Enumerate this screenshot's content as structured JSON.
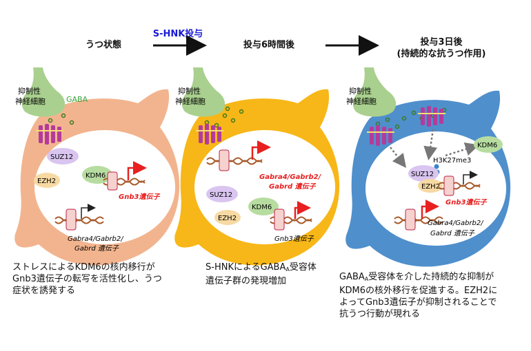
{
  "stages": [
    {
      "header": "うつ状態",
      "inhibitory_neuron": [
        "抑制性",
        "神経細胞"
      ],
      "gaba": "GABA",
      "suz12": "SUZ12",
      "ezh2": "EZH2",
      "kdm6": "KDM6",
      "gene_top": "Gnb3遺伝子",
      "gene_bottom": [
        "Gabra4/Gabrb2/",
        "Gabrd 遺伝子"
      ],
      "caption": [
        "ストレスによるKDM6の核内移行が",
        "Gnb3遺伝子の転写を活性化し、うつ",
        "症状を誘発する"
      ]
    },
    {
      "header": "投与6時間後",
      "inhibitory_neuron": [
        "抑制性",
        "神経細胞"
      ],
      "suz12": "SUZ12",
      "ezh2": "EZH2",
      "kdm6": "KDM6",
      "gene_top": [
        "Gabra4/Gabrb2/",
        "Gabrd 遺伝子"
      ],
      "gene_bottom": "Gnb3遺伝子",
      "caption": [
        "S-HNKによるGABA",
        "A",
        "受容体",
        "遺伝子群の発現増加"
      ]
    },
    {
      "header": [
        "投与3日後",
        "(持続的な抗うつ作用)"
      ],
      "inhibitory_neuron": [
        "抑制性",
        "神経細胞"
      ],
      "kdm6": "KDM6",
      "h3k27me3": "H3K27me3",
      "suz12": "SUZ12",
      "ezh2": "EZH2",
      "gene_top": "Gnb3遺伝子",
      "gene_bottom": [
        "Gabra4/Gabrb2/",
        "Gabrd 遺伝子"
      ],
      "caption": [
        "GABA",
        "A",
        "受容体を介した持続的な抑制が",
        "KDM6の核外移行を促進する。EZH2に",
        "よってGnb3遺伝子が抑制されることで",
        "抗うつ行動が現れる"
      ]
    }
  ],
  "arrow_label": "S-HNK投与",
  "colors": {
    "cell1": "#f2b48e",
    "cell2": "#f7b718",
    "cell3": "#4f8fcc",
    "neuron": "#a9d08e",
    "receptor": "#b43b9b",
    "gene_red": "#e82020",
    "header_blue": "#1a1ad6",
    "gaba_green": "#3aa23a",
    "protein_purple": "#d9c5f0",
    "protein_green": "#b7dca0",
    "protein_orange": "#f7d9a3"
  }
}
